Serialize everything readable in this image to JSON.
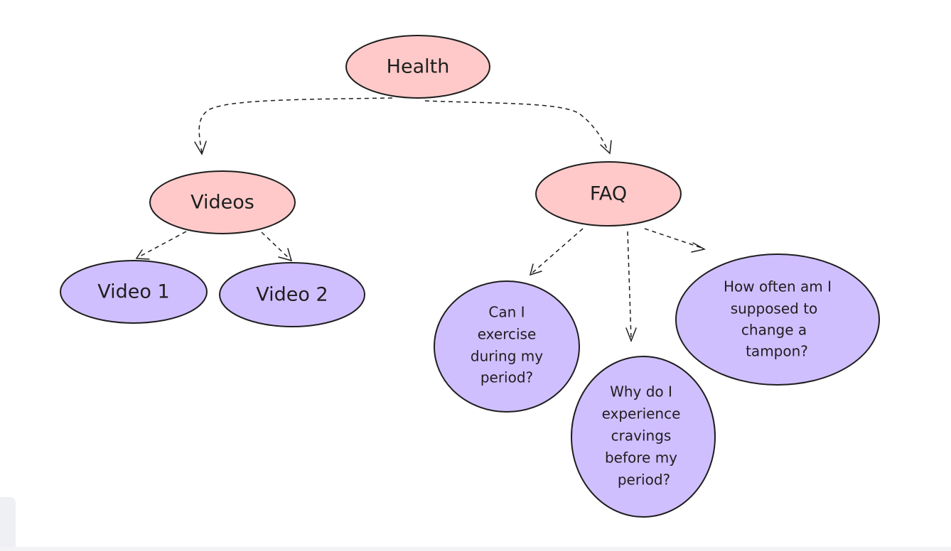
{
  "colors": {
    "parent_fill": "#ffc9c9",
    "child_fill": "#d0bfff",
    "stroke": "#1e1e1e",
    "background": "#ffffff"
  },
  "nodes": {
    "health": {
      "label": "Health"
    },
    "videos": {
      "label": "Videos"
    },
    "faq": {
      "label": "FAQ"
    },
    "video_1": {
      "label": "Video 1"
    },
    "video_2": {
      "label": "Video 2"
    },
    "faq_exercise": {
      "lines": [
        "Can I",
        "exercise",
        "during my",
        "period?"
      ]
    },
    "faq_cravings": {
      "lines": [
        "Why do I",
        "experience",
        "cravings",
        "before my",
        "period?"
      ]
    },
    "faq_tampon": {
      "lines": [
        "How often am I",
        "supposed to",
        "change a",
        "tampon?"
      ]
    }
  },
  "edges": [
    {
      "from": "health",
      "to": "videos"
    },
    {
      "from": "health",
      "to": "faq"
    },
    {
      "from": "videos",
      "to": "video_1"
    },
    {
      "from": "videos",
      "to": "video_2"
    },
    {
      "from": "faq",
      "to": "faq_exercise"
    },
    {
      "from": "faq",
      "to": "faq_cravings"
    },
    {
      "from": "faq",
      "to": "faq_tampon"
    }
  ]
}
